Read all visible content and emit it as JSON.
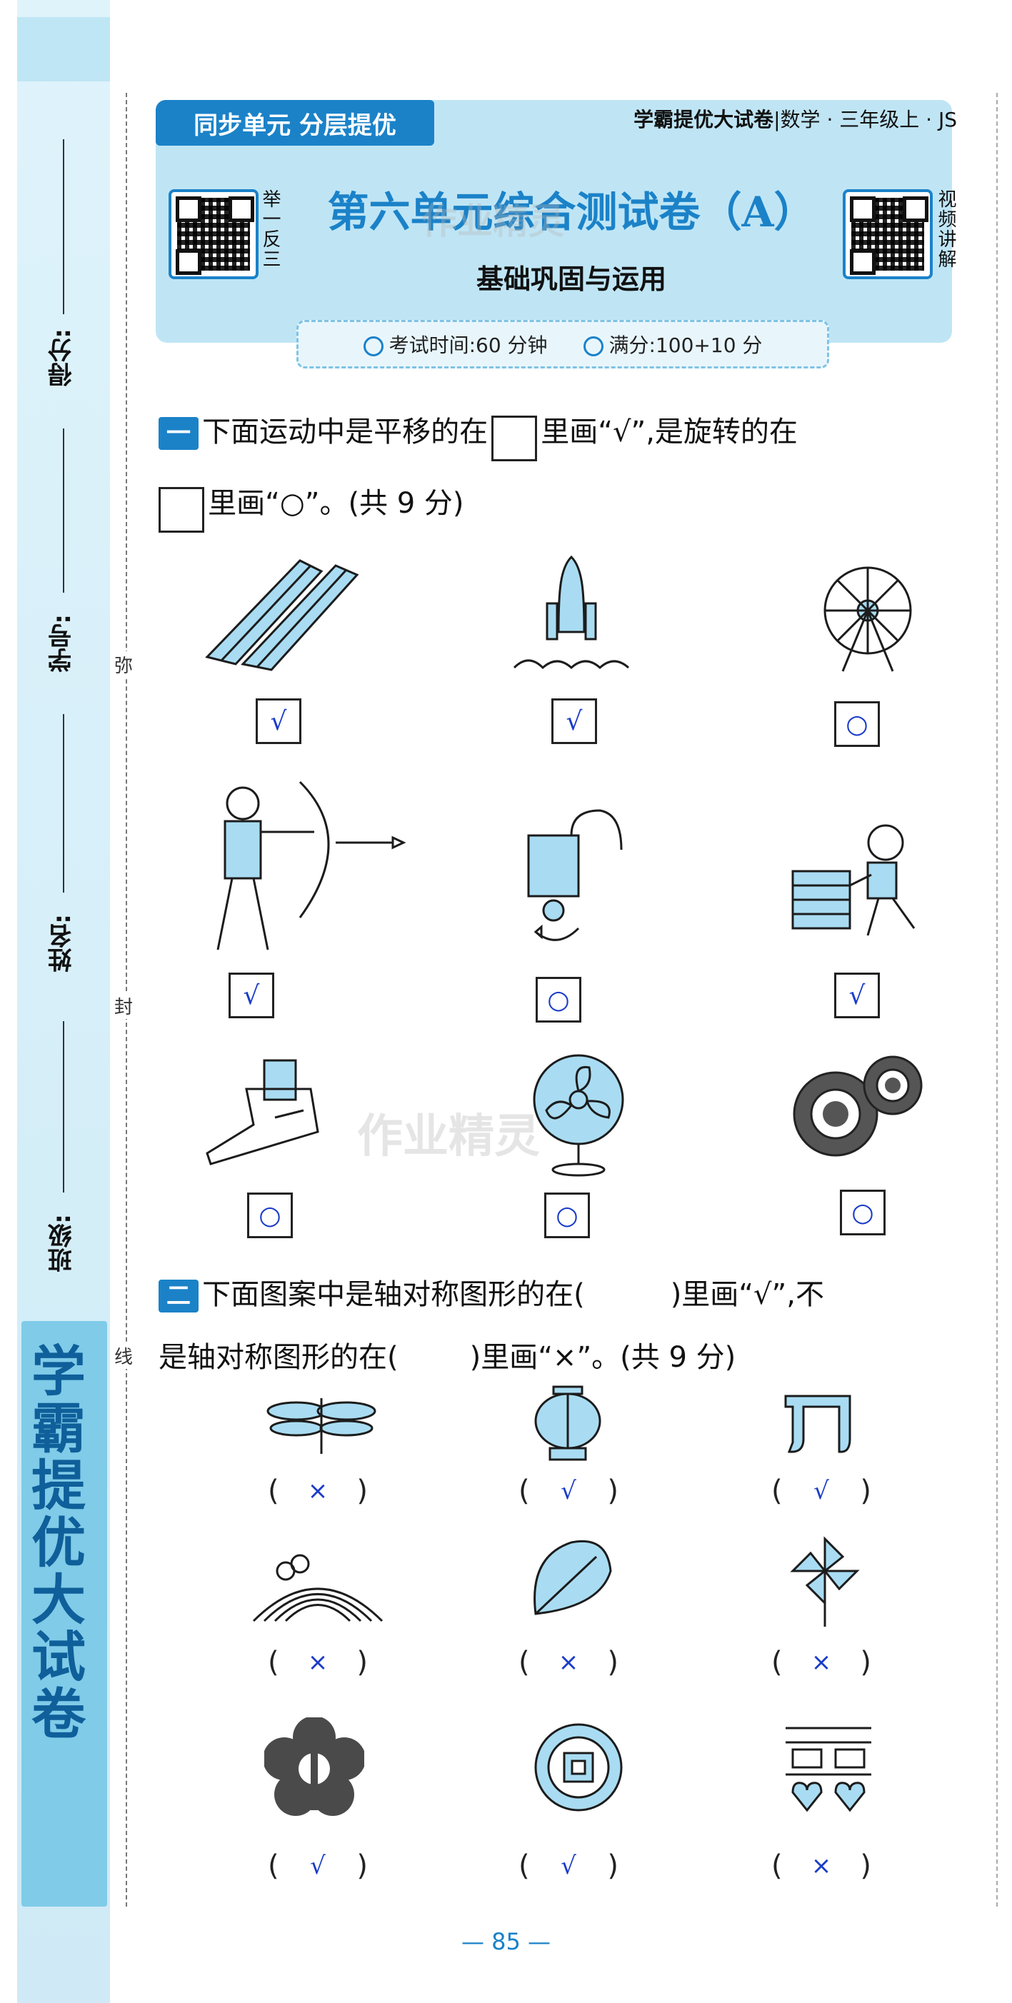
{
  "header": {
    "tag": "同步单元 分层提优",
    "series_bold": "学霸提优大试卷",
    "series_rest": "|数学 · 三年级上 · JS",
    "left_qr_text": "举一反三",
    "right_qr_text": "视频讲解",
    "title": "第六单元综合测试卷（A）",
    "subtitle": "基础巩固与运用",
    "time": "考试时间:60 分钟",
    "score": "满分:100+10 分"
  },
  "side": {
    "score_label": "得分:",
    "id_label": "学号:",
    "name_label": "姓名:",
    "class_label": "班级:",
    "seal_1": "弥",
    "seal_2": "封",
    "seal_3": "线",
    "brand": "学霸提优大试卷"
  },
  "q1": {
    "num": "一",
    "text_a": "下面运动中是平移的在",
    "text_b": "里画“√”,是旋转的在",
    "text_c": "里画“○”。(共 9 分)",
    "items": [
      {
        "name": "escalator",
        "answer": "√"
      },
      {
        "name": "rocket",
        "answer": "√"
      },
      {
        "name": "ferris-wheel",
        "answer": "○"
      },
      {
        "name": "archer-arrow",
        "answer": "√"
      },
      {
        "name": "faucet",
        "answer": "○"
      },
      {
        "name": "boy-pushing-box",
        "answer": "√"
      },
      {
        "name": "wrench",
        "answer": "○"
      },
      {
        "name": "electric-fan",
        "answer": "○"
      },
      {
        "name": "gears",
        "answer": "○"
      }
    ]
  },
  "q2": {
    "num": "二",
    "text_a": "下面图案中是轴对称图形的在(",
    "text_b": ")里画“√”,不",
    "text_c": "是轴对称图形的在(",
    "text_d": ")里画“×”。(共 9 分)",
    "items": [
      {
        "name": "dragonfly",
        "answer": "×"
      },
      {
        "name": "lantern",
        "answer": "√"
      },
      {
        "name": "pi-shape",
        "answer": "√"
      },
      {
        "name": "rainbow-pattern",
        "answer": "×"
      },
      {
        "name": "leaf",
        "answer": "×"
      },
      {
        "name": "pinwheel",
        "answer": "×"
      },
      {
        "name": "plum-blossom",
        "answer": "√"
      },
      {
        "name": "coin",
        "answer": "√"
      },
      {
        "name": "double-happiness",
        "answer": "×"
      }
    ]
  },
  "watermark": "作业精灵",
  "page_number": "— 85 —"
}
